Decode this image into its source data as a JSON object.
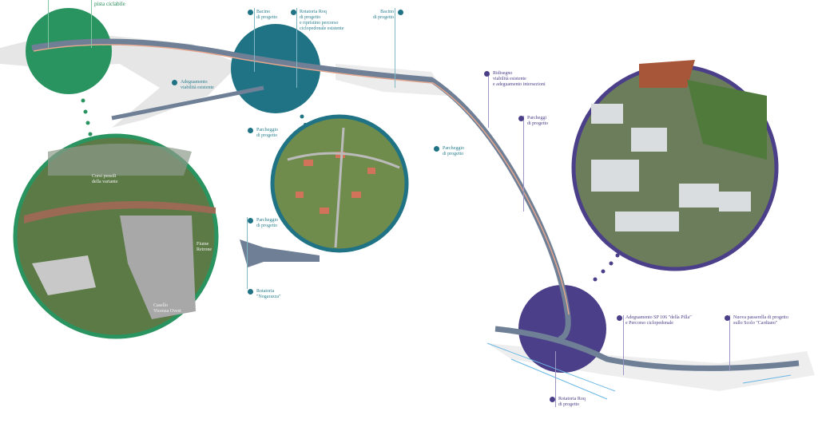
{
  "colors": {
    "green": "#2a9460",
    "teal": "#1f7385",
    "purple": "#4b3f8a"
  },
  "top_green_label": "pista ciclabile",
  "labels": {
    "bacino1": "Bacino\ndi progetto",
    "rotatoria_roq": "Rotatoria Roq\ndi progetto\ne ripristino percorso\nciclopedonale esistente",
    "bacino2": "Bacino\ndi progetto",
    "adeguamento": "Adeguamento\nviabilità esistente",
    "parcheggio1": "Parcheggio\ndi progetto",
    "riblamento": "Ridisegno\nviabilità esistente\ne adeguamento intersezioni",
    "parcheggi2": "Parcheggi\ndi progetto",
    "parcheggio3": "Parcheggio\ndi progetto",
    "parcheggio4": "Parcheggio\ndi progetto",
    "rotatoria_nogarazza": "Rotatoria\n\"Nogarazza\"",
    "adeguamento_sp": "Adeguamento SP 106 \"della Pilla\"\ne Percorso ciclopedonale",
    "passerella": "Nuova passerella di progetto\nsullo Scolo \"Cardiano\"",
    "rotatoria_roq2": "Rotatoria Roq\ndi progetto"
  },
  "photo_labels": {
    "corsi": "Corsi pensili\ndella variante",
    "fiume": "Fiume\nRetrone",
    "casello": "Casello\nVicenza Ovest"
  }
}
